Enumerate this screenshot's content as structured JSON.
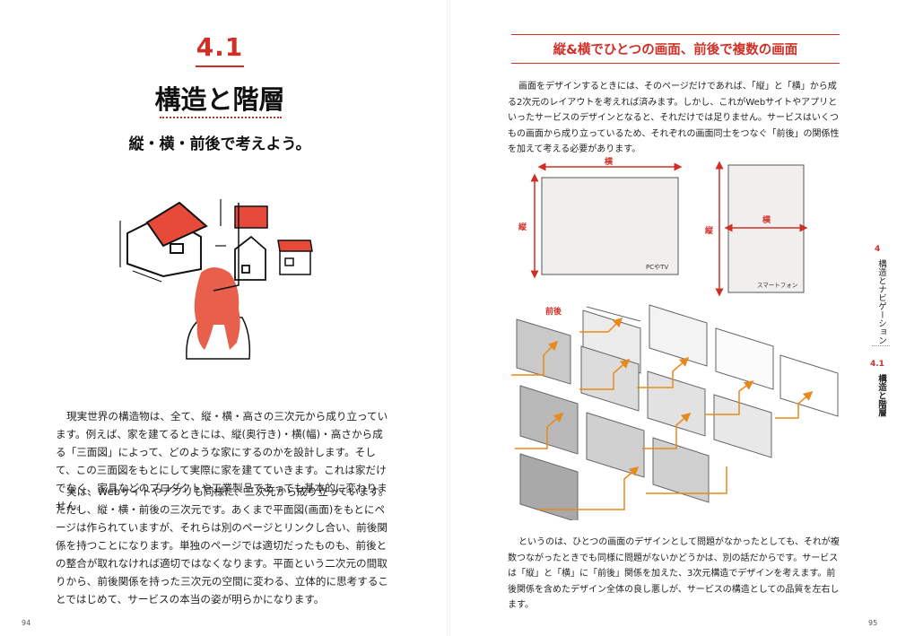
{
  "left_page": {
    "section_number": "4.1",
    "title": "構造と階層",
    "subtitle": "縦・横・前後で考えよう。",
    "paragraphs": [
      "現実世界の構造物は、全て、縦・横・高さの三次元から成り立っています。例えば、家を建てるときには、縦(奥行き)・横(幅)・高さから成る「三面図」によって、どのような家にするのかを設計します。そして、この三面図をもとにして実際に家を建てていきます。これは家だけでなく、家具などのプロダクトや工業製品であっても基本的に変わりません。",
      "実は、Webサイトやアプリも同様に、三次元から成り立っています。ただし、縦・横・前後の三次元です。あくまで平面図(画面)をもとにページは作られていますが、それらは別のページとリンクし合い、前後関係を持つことになります。単独のページでは適切だったものも、前後との整合が取れなければ適切ではなくなります。平面という二次元の間取りから、前後関係を持った三次元の空間に変わる、立体的に思考することではじめて、サービスの本当の姿が明らかになります。"
    ],
    "page_number": "94"
  },
  "right_page": {
    "heading": "縦&横でひとつの画面、前後で複数の画面",
    "paragraph_1": "画面をデザインするときには、そのページだけであれば、「縦」と「横」から成る2次元のレイアウトを考えれば済みます。しかし、これがWebサイトやアプリといったサービスのデザインとなると、それだけでは足りません。サービスはいくつもの画面から成り立っているため、それぞれの画面同士をつなぐ「前後」の関係性を加えて考える必要があります。",
    "paragraph_2": "というのは、ひとつの画面のデザインとして問題がなかったとしても、それが複数つながったときでも同様に問題がないかどうかは、別の話だからです。サービスは「縦」と「横」に「前後」関係を加えた、3次元構造でデザインを考えます。前後関係を含めたデザイン全体の良し悪しが、サービスの構造としての品質を左右します。",
    "diagram": {
      "label_horizontal": "横",
      "label_vertical": "縦",
      "label_pc": "PCやTV",
      "label_phone_horizontal": "横",
      "label_phone_vertical": "縦",
      "label_phone": "スマートフォン",
      "label_front_back": "前後"
    },
    "page_number": "95"
  },
  "side_tab": {
    "chapter_number": "4",
    "chapter_title": "構造とナビゲーション",
    "section_number": "4.1",
    "section_title": "構造と階層"
  },
  "colors": {
    "accent": "#d12f26",
    "orange_arrow": "#e8891c",
    "house_roof": "#e84a3a",
    "hair": "#e8604c"
  }
}
